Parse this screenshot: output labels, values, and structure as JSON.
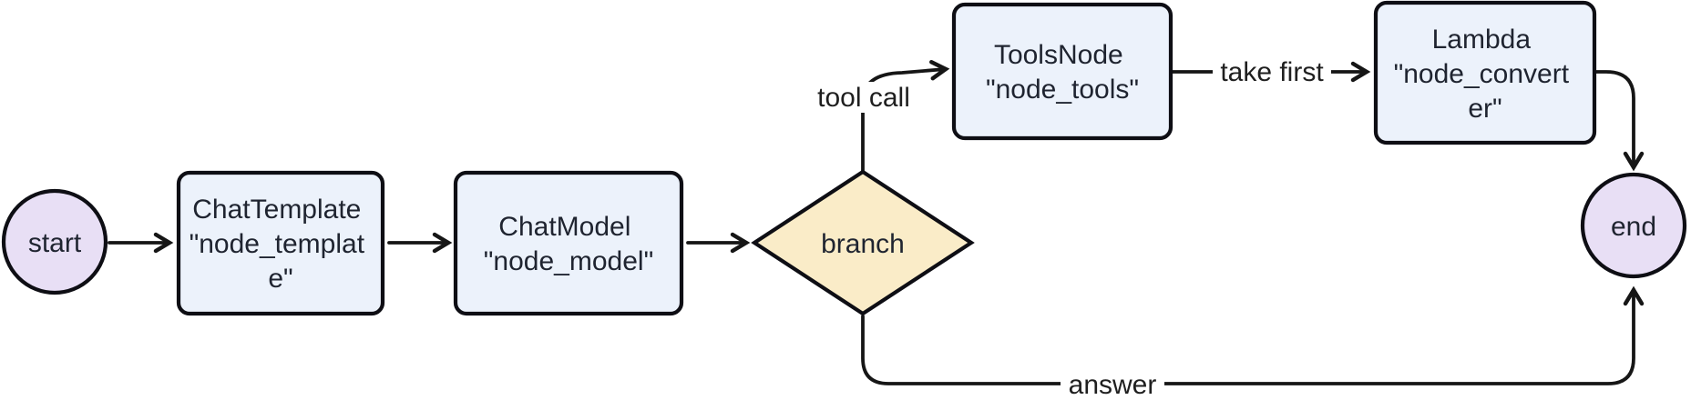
{
  "diagram_type": "flowchart",
  "nodes": {
    "start": {
      "shape": "circle",
      "label": "start"
    },
    "template": {
      "shape": "rounded-rect",
      "label": "ChatTemplate \"node_template\"",
      "lines": [
        "ChatTemplate",
        "\"node_templat",
        "e\""
      ]
    },
    "model": {
      "shape": "rounded-rect",
      "label": "ChatModel \"node_model\"",
      "lines": [
        "ChatModel",
        "\"node_model\""
      ]
    },
    "branch": {
      "shape": "diamond",
      "label": "branch"
    },
    "tools": {
      "shape": "rounded-rect",
      "label": "ToolsNode \"node_tools\"",
      "lines": [
        "ToolsNode",
        "\"node_tools\""
      ]
    },
    "converter": {
      "shape": "rounded-rect",
      "label": "Lambda \"node_converter\"",
      "lines": [
        "Lambda",
        "\"node_convert",
        "er\""
      ]
    },
    "end": {
      "shape": "circle",
      "label": "end"
    }
  },
  "edge_labels": {
    "tool_call": "tool call",
    "take_first": "take first",
    "answer": "answer"
  },
  "edges": [
    {
      "from": "start",
      "to": "template",
      "label": ""
    },
    {
      "from": "template",
      "to": "model",
      "label": ""
    },
    {
      "from": "model",
      "to": "branch",
      "label": ""
    },
    {
      "from": "branch",
      "to": "tools",
      "label": "tool call"
    },
    {
      "from": "tools",
      "to": "converter",
      "label": "take first"
    },
    {
      "from": "converter",
      "to": "end",
      "label": ""
    },
    {
      "from": "branch",
      "to": "end",
      "label": "answer"
    }
  ],
  "colors": {
    "background": "#ffffff",
    "box_fill": "#ECF2FB",
    "circle_fill": "#E8DFF5",
    "diamond_fill": "#FAECC8",
    "node_stroke": "#0e0e14",
    "edge_stroke": "#161616",
    "node_text": "#1f2430",
    "label_text": "#1f1f1f",
    "label_bg": "#ffffff"
  }
}
